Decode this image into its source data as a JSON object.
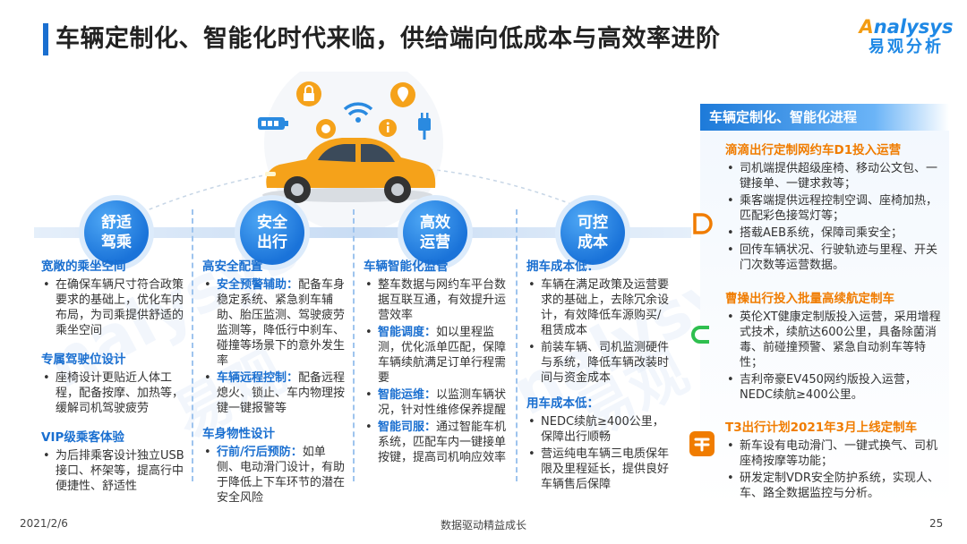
{
  "title": "车辆定制化、智能化时代来临，供给端向低成本与高效率进阶",
  "logo": {
    "en": "nalysys",
    "en_initial": "A",
    "cn": "易观分析"
  },
  "watermark": {
    "en": "nalysys",
    "cn": "易观"
  },
  "columns": [
    {
      "circle": "舒适驾乘",
      "sections": [
        {
          "heading": "宽敞的乘坐空间",
          "items": [
            {
              "text": "在确保车辆尺寸符合政策要求的基础上，优化车内布局，为司乘提供舒适的乘坐空间"
            }
          ]
        },
        {
          "heading": "专属驾驶位设计",
          "items": [
            {
              "text": "座椅设计更贴近人体工程，配备按摩、加热等，缓解司机驾驶疲劳"
            }
          ]
        },
        {
          "heading": "VIP级乘客体验",
          "items": [
            {
              "text": "为后排乘客设计独立USB接口、杯架等，提高行中便捷性、舒适性"
            }
          ]
        }
      ]
    },
    {
      "circle": "安全出行",
      "sections": [
        {
          "heading": "高安全配置",
          "items": [
            {
              "hl": "安全预警辅助：",
              "text": "配备车身稳定系统、紧急刹车辅助、胎压监测、驾驶疲劳监测等，降低行中刹车、碰撞等场景下的意外发生率"
            },
            {
              "hl": "车辆远程控制：",
              "text": "配备远程熄火、锁止、车内物理按键一键报警等"
            }
          ]
        },
        {
          "heading": "车身物性设计",
          "items": [
            {
              "hl": "行前/行后预防：",
              "text": "如单侧、电动滑门设计，有助于降低上下车环节的潜在安全风险"
            }
          ]
        }
      ]
    },
    {
      "circle": "高效运营",
      "sections": [
        {
          "heading": "车辆智能化监管",
          "items": [
            {
              "text": "整车数据与网约车平台数据互联互通，有效提升运营效率"
            },
            {
              "hl": "智能调度：",
              "text": "如以里程监测，优化派单匹配，保障车辆续航满足订单行程需要"
            },
            {
              "hl": "智能运维：",
              "text": "以监测车辆状况，针对性维修保养提醒"
            },
            {
              "hl": "智能司服：",
              "text": "通过智能车机系统，匹配车内一键接单按键，提高司机响应效率"
            }
          ]
        }
      ]
    },
    {
      "circle": "可控成本",
      "sections": [
        {
          "heading": "拥车成本低：",
          "items": [
            {
              "text": "车辆在满足政策及运营要求的基础上，去除冗余设计，有效降低车源购买/租赁成本"
            },
            {
              "text": "前装车辆、司机监测硬件与系统，降低车辆改装时间与资金成本"
            }
          ]
        },
        {
          "heading": "用车成本低：",
          "items": [
            {
              "text": "NEDC续航≥400公里，保障出行顺畅"
            },
            {
              "text": "营运纯电车辆三电质保年限及里程延长，提供良好车辆售后保障"
            }
          ]
        }
      ]
    }
  ],
  "panel": {
    "title": "车辆定制化、智能化进程",
    "entries": [
      {
        "icon": "didi-logo-icon",
        "heading": "滴滴出行定制网约车D1投入运营",
        "items": [
          "司机端提供超级座椅、移动公文包、一键接单、一键求救等；",
          "乘客端提供远程控制空调、座椅加热，匹配彩色接驾灯等；",
          "搭载AEB系统，保障司乘安全；",
          "回传车辆状况、行驶轨迹与里程、开关门次数等运营数据。"
        ]
      },
      {
        "icon": "caocao-logo-icon",
        "heading": "曹操出行投入批量高续航定制车",
        "items": [
          "英伦XT健康定制版投入运营，采用增程式技术，续航达600公里，具备除菌消毒、前碰撞预警、紧急自动刹车等特性；",
          "吉利帝豪EV450网约版投入运营，NEDC续航≥400公里。"
        ]
      },
      {
        "icon": "t3-logo-icon",
        "heading": "T3出行计划2021年3月上线定制车",
        "items": [
          "新车设有电动滑门、一键式换气、司机座椅按摩等功能；",
          "研发定制VDR安全防护系统，实现人、车、路全数据监控与分析。"
        ]
      }
    ]
  },
  "footer": {
    "date": "2021/2/6",
    "slogan": "数据驱动精益成长",
    "page": "25"
  },
  "colors": {
    "accent": "#1a6fd0",
    "orange": "#f07c00",
    "car": "#f5a21a"
  }
}
